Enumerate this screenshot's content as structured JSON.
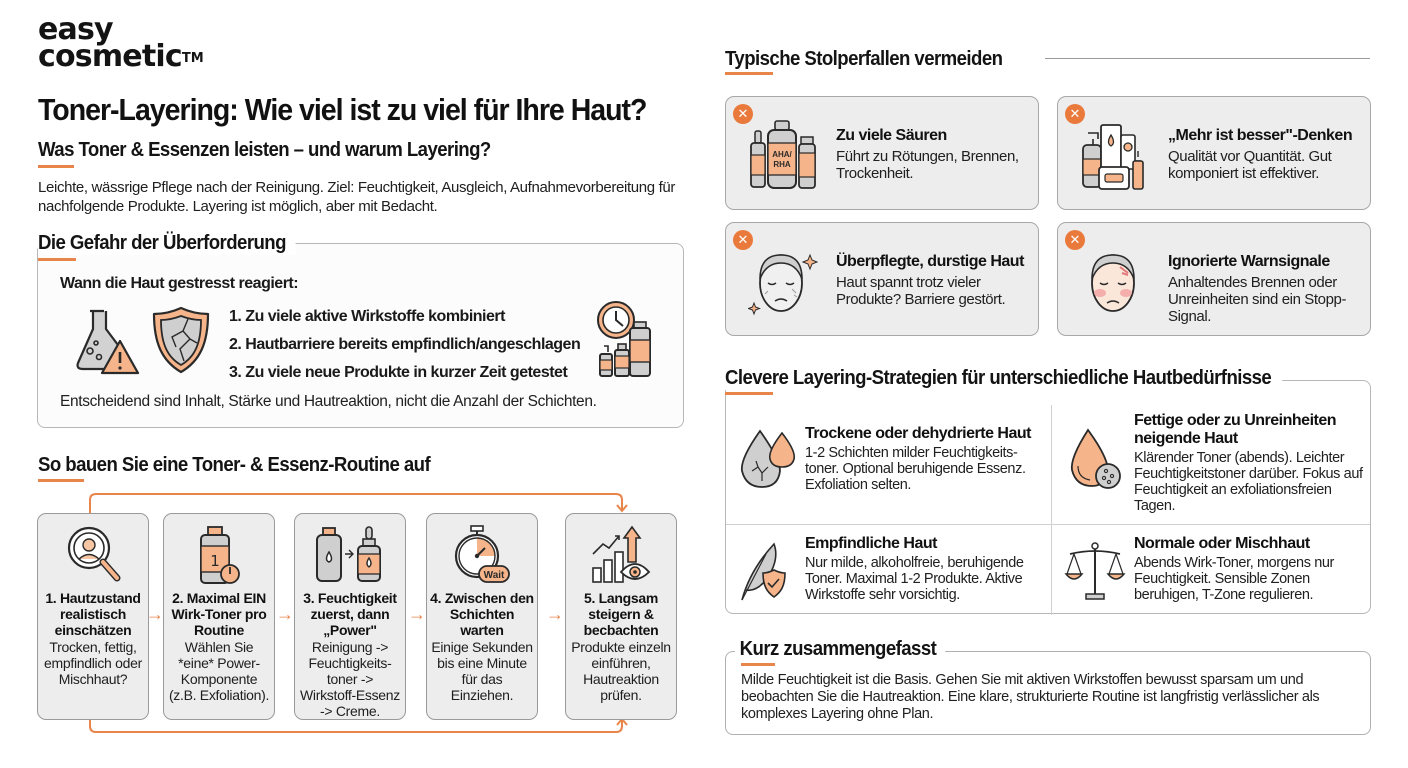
{
  "brand": {
    "line1": "easy",
    "line2": "cosmetic",
    "tm": "TM"
  },
  "title": "Toner-Layering: Wie viel ist zu viel für Ihre Haut?",
  "intro": {
    "heading": "Was Toner & Essenzen leisten – und warum Layering?",
    "text": "Leichte, wässrige Pflege nach der Reinigung. Ziel: Feuchtigkeit, Ausgleich, Aufnahmevorbereitung für nachfolgende Produkte. Layering ist möglich, aber mit Bedacht."
  },
  "danger": {
    "heading": "Die Gefahr der Überforderung",
    "subheading": "Wann die Haut gestresst reagiert:",
    "items": [
      "1. Zu viele aktive Wirkstoffe kombiniert",
      "2. Hautbarriere bereits empfindlich/angeschlagen",
      "3. Zu viele neue Produkte in kurzer Zeit getestet"
    ],
    "note": "Entscheidend sind Inhalt, Stärke und Hautreaktion, nicht die Anzahl der Schichten.",
    "icons": [
      "flask-warning-icon",
      "cracked-shield-icon",
      "clock-bottles-icon"
    ]
  },
  "routine": {
    "heading": "So bauen Sie eine Toner- & Essenz-Routine auf",
    "steps": [
      {
        "title": "1. Hautzustand realistisch einschätzen",
        "text": "Trocken, fettig, empfindlich oder Mischhaut?",
        "icon": "magnifier-face-icon"
      },
      {
        "title": "2. Maximal EIN Wirk-Toner pro Routine",
        "text": "Wählen Sie *eine* Power-Komponente (z.B. Exfoliation).",
        "icon": "bottle-one-icon"
      },
      {
        "title": "3. Feuchtigkeit zuerst, dann „Power\"",
        "text": "Reinigung -> Feuchtigkeits-toner -> Wirkstoff-Essenz -> Creme.",
        "icon": "bottle-to-dropper-icon"
      },
      {
        "title": "4. Zwischen den Schichten warten",
        "text": "Einige Sekunden bis eine Minute für das Einziehen.",
        "icon": "stopwatch-wait-icon",
        "badge": "Wait"
      },
      {
        "title": "5. Langsam steigern & becbachten",
        "text": "Produkte einzeln einführen, Hautreaktion prüfen.",
        "icon": "growth-chart-eye-icon"
      }
    ]
  },
  "pitfalls": {
    "heading": "Typische Stolperfallen vermeiden",
    "items": [
      {
        "title": "Zu viele Säuren",
        "text": "Führt zu Rötungen, Brennen, Trockenheit.",
        "icon": "acid-bottles-icon",
        "label": "AHA/ RHA"
      },
      {
        "title": "„Mehr ist besser\"-Denken",
        "text": "Qualität vor Quantität. Gut komponiert ist effektiver.",
        "icon": "many-products-icon"
      },
      {
        "title": "Überpflegte, durstige Haut",
        "text": "Haut spannt trotz vieler Produkte? Barriere gestört.",
        "icon": "dry-face-icon"
      },
      {
        "title": "Ignorierte Warnsignale",
        "text": "Anhaltendes Brennen oder Unreinheiten sind ein Stopp-Signal.",
        "icon": "irritated-face-icon"
      }
    ]
  },
  "strategies": {
    "heading": "Clevere Layering-Strategien für unterschiedliche Hautbedürfnisse",
    "items": [
      {
        "title": "Trockene oder dehydrierte Haut",
        "text": "1-2 Schichten milder Feuchtigkeits-toner. Optional beruhigende Essenz. Exfoliation selten.",
        "icon": "cracked-drop-icon"
      },
      {
        "title": "Fettige oder zu Unreinheiten neigende Haut",
        "text": "Klärender Toner (abends). Leichter Feuchtigkeitstoner darüber. Fokus auf Feuchtigkeit an exfoliationsfreien Tagen.",
        "icon": "oil-drop-pores-icon"
      },
      {
        "title": "Empfindliche Haut",
        "text": "Nur milde, alkoholfreie, beruhigende Toner. Maximal 1-2 Produkte. Aktive Wirkstoffe sehr vorsichtig.",
        "icon": "feather-shield-icon"
      },
      {
        "title": "Normale oder Mischhaut",
        "text": "Abends Wirk-Toner, morgens nur Feuchtigkeit. Sensible Zonen beruhigen, T-Zone regulieren.",
        "icon": "balance-scale-icon"
      }
    ]
  },
  "summary": {
    "heading": "Kurz zusammengefasst",
    "text": "Milde Feuchtigkeit ist die Basis. Gehen Sie mit aktiven Wirkstoffen bewusst sparsam um und beobachten Sie die Hautreaktion. Eine klare, strukturierte Routine ist langfristig verlässlicher als komplexes Layering ohne Plan."
  },
  "colors": {
    "accent": "#e8854b",
    "accent_fill": "#f6b48a",
    "card_bg": "#ededed",
    "icon_gray": "#c9c9c9",
    "outline": "#2a2a2a"
  }
}
